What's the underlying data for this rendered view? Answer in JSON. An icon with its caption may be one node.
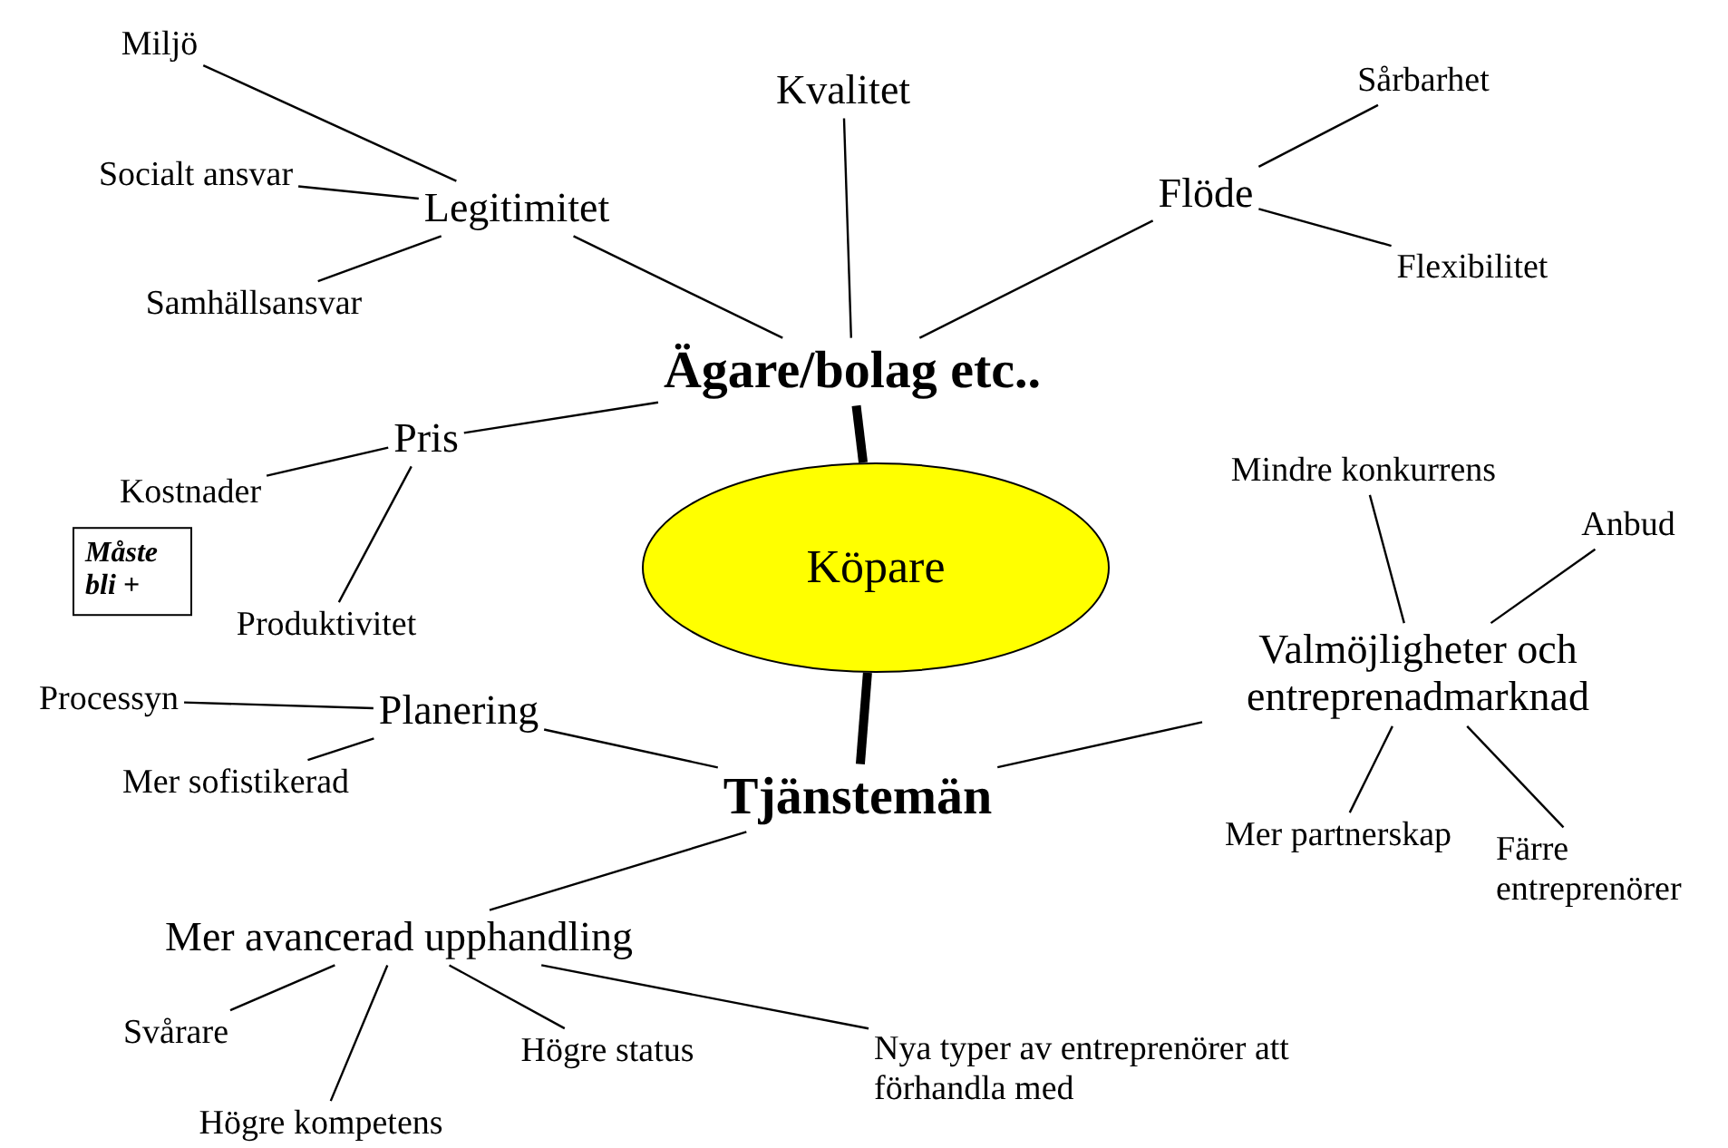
{
  "diagram": {
    "nodes": [
      {
        "text": [
          "Köpare"
        ]
      },
      {
        "text": [
          "Ägare/bolag etc.."
        ]
      },
      {
        "text": [
          "Tjänstemän"
        ]
      },
      {
        "text": [
          "Kvalitet"
        ]
      },
      {
        "text": [
          "Legitimitet"
        ]
      },
      {
        "text": [
          "Miljö"
        ]
      },
      {
        "text": [
          "Socialt ansvar"
        ]
      },
      {
        "text": [
          "Samhällsansvar"
        ]
      },
      {
        "text": [
          "Flöde"
        ]
      },
      {
        "text": [
          "Sårbarhet"
        ]
      },
      {
        "text": [
          "Flexibilitet"
        ]
      },
      {
        "text": [
          "Pris"
        ]
      },
      {
        "text": [
          "Kostnader"
        ]
      },
      {
        "text": [
          "Produktivitet"
        ]
      },
      {
        "text": [
          "Måste bli +"
        ]
      },
      {
        "text": [
          "Planering"
        ]
      },
      {
        "text": [
          "Processyn"
        ]
      },
      {
        "text": [
          "Mer sofistikerad"
        ]
      },
      {
        "text": [
          "Mer avancerad upphandling"
        ]
      },
      {
        "text": [
          "Svårare"
        ]
      },
      {
        "text": [
          "Högre kompetens"
        ]
      },
      {
        "text": [
          "Högre status"
        ]
      },
      {
        "text": [
          "Nya typer av entreprenörer att förhandla med"
        ]
      },
      {
        "text": [
          "Valmöjligheter och entreprenadmarknad"
        ]
      },
      {
        "text": [
          "Mindre konkurrens"
        ]
      },
      {
        "text": [
          "Anbud"
        ]
      },
      {
        "text": [
          "Mer partnerskap"
        ]
      },
      {
        "text": [
          "Färre entreprenörer"
        ]
      }
    ],
    "edges": [
      {
        "from": 1,
        "to": 0,
        "arrow": "none",
        "style": "thick"
      },
      {
        "from": 0,
        "to": 2,
        "arrow": "none",
        "style": "thick"
      },
      {
        "from": 1,
        "to": 3,
        "arrow": "none"
      },
      {
        "from": 1,
        "to": 4,
        "arrow": "none"
      },
      {
        "from": 1,
        "to": 8,
        "arrow": "none"
      },
      {
        "from": 1,
        "to": 11,
        "arrow": "none"
      },
      {
        "from": 4,
        "to": 5,
        "arrow": "none"
      },
      {
        "from": 4,
        "to": 6,
        "arrow": "none"
      },
      {
        "from": 4,
        "to": 7,
        "arrow": "none"
      },
      {
        "from": 8,
        "to": 9,
        "arrow": "none"
      },
      {
        "from": 8,
        "to": 10,
        "arrow": "none"
      },
      {
        "from": 11,
        "to": 12,
        "arrow": "none"
      },
      {
        "from": 11,
        "to": 13,
        "arrow": "none"
      },
      {
        "from": 2,
        "to": 15,
        "arrow": "none"
      },
      {
        "from": 15,
        "to": 16,
        "arrow": "none"
      },
      {
        "from": 15,
        "to": 17,
        "arrow": "none"
      },
      {
        "from": 2,
        "to": 18,
        "arrow": "none"
      },
      {
        "from": 2,
        "to": 23,
        "arrow": "none"
      },
      {
        "from": 18,
        "to": 19,
        "arrow": "none"
      },
      {
        "from": 18,
        "to": 20,
        "arrow": "none"
      },
      {
        "from": 18,
        "to": 21,
        "arrow": "none"
      },
      {
        "from": 18,
        "to": 22,
        "arrow": "none"
      },
      {
        "from": 23,
        "to": 24,
        "arrow": "none"
      },
      {
        "from": 23,
        "to": 25,
        "arrow": "none"
      },
      {
        "from": 23,
        "to": 26,
        "arrow": "none"
      },
      {
        "from": 23,
        "to": 27,
        "arrow": "none"
      }
    ]
  }
}
